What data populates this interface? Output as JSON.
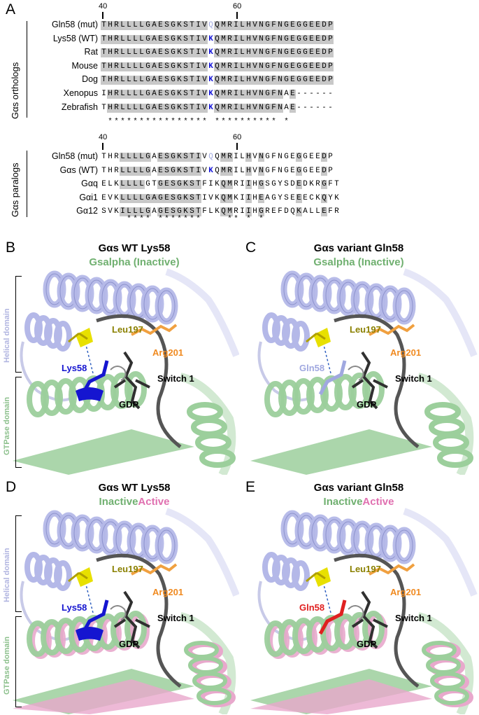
{
  "panelA": {
    "letter": "A",
    "ruler_top": {
      "left": "40",
      "right": "60"
    },
    "ruler_bottom": {
      "left": "40",
      "right": "60"
    },
    "orthologs_label": "Gαs orthologs",
    "paralogs_label": "Gαs paralogs",
    "orthologs": [
      {
        "name": "Gln58 (mut)",
        "seq": "THRLLLLGAESGKSTIVQQMRILHVNGFNGEGGEEDP"
      },
      {
        "name": "Lys58 (WT)",
        "seq": "THRLLLLGAESGKSTIVKQMRILHVNGFNGEGGEEDP"
      },
      {
        "name": "Rat",
        "seq": "THRLLLLGAESGKSTIVKQMRILHVNGFNGEGGEEDP"
      },
      {
        "name": "Mouse",
        "seq": "THRLLLLGAESGKSTIVKQMRILHVNGFNGEGGEEDP"
      },
      {
        "name": "Dog",
        "seq": "THRLLLLGAESGKSTIVKQMRILHVNGFNGEGGEEDP"
      },
      {
        "name": "Xenopus",
        "seq": "IHRLLLLGAESGKSTIVKQMRILHVNGFNAE------"
      },
      {
        "name": "Zebrafish",
        "seq": "THRLLLLGAESGKSTIVKQMRILHVNGFNAE------"
      }
    ],
    "orthologs_stars": " **************** ********** *       ",
    "paralogs": [
      {
        "name": "Gln58 (mut)",
        "seq": "THRLLLLGAESGKSTIVQQMRILHVNGFNGEGGEEDP"
      },
      {
        "name": "Gαs (WT)",
        "seq": "THRLLLLGAESGKSTIVKQMRILHVNGFNGEGGEEDP"
      },
      {
        "name": "Gαq",
        "seq": "ELKLLLLGTGESGKSTFIKQMRIIHGSGYSDEDKRGFT"
      },
      {
        "name": "Gαi1",
        "seq": "EVKLLLLGAGESGKSTIVKQMKIIHEAGYSEEECKQYK"
      },
      {
        "name": "Gα12",
        "seq": "SVKILLLGAGESGKSTFLKQMRIIHGREFDQKALLEFR"
      }
    ],
    "paralogs_stars": "    **** *******    ** * *           "
  },
  "panels": [
    {
      "letter": "B",
      "title": "Gαs WT Lys58",
      "subtitle_a": "Gsalpha (Inactive)",
      "subtitle_b": "",
      "residue": "Lys58",
      "residue_color": "#1515d0",
      "leu": "Leu197",
      "arg": "Arg201",
      "switch": "Switch 1",
      "gdp": "GDP",
      "helical": "Helical domain",
      "gtpase": "GTPase domain"
    },
    {
      "letter": "C",
      "title": "Gαs variant Gln58",
      "subtitle_a": "Gsalpha (Inactive)",
      "subtitle_b": "",
      "residue": "Gln58",
      "residue_color": "#a0a8e0",
      "leu": "Leu197",
      "arg": "Arg201",
      "switch": "Switch 1",
      "gdp": "GDP",
      "helical": "",
      "gtpase": ""
    },
    {
      "letter": "D",
      "title": "Gαs WT Lys58",
      "subtitle_a": "Inactive",
      "subtitle_b": "Active",
      "residue": "Lys58",
      "residue_color": "#1515d0",
      "leu": "Leu197",
      "arg": "Arg201",
      "switch": "Switch 1",
      "gdp": "GDP",
      "helical": "Helical domain",
      "gtpase": "GTPase domain"
    },
    {
      "letter": "E",
      "title": "Gαs variant Gln58",
      "subtitle_a": "Inactive",
      "subtitle_b": "Active",
      "residue": "Gln58",
      "residue_color": "#e02020",
      "leu": "Leu197",
      "arg": "Arg201",
      "switch": "Switch 1",
      "gdp": "GDP",
      "helical": "",
      "gtpase": ""
    }
  ],
  "colors": {
    "helical": "#b4b8e8",
    "gtpase_inactive": "#9ccf9c",
    "active": "#e8a8cc",
    "leu": "#e8e000",
    "arg": "#f0a040",
    "gdp": "#303030",
    "olive_text": "#8a8000",
    "orange_text": "#f08a20",
    "helical_text": "#b0b4e0",
    "gtpase_text": "#8cc08c",
    "inactive_text": "#70b070",
    "active_text": "#e070b0"
  }
}
